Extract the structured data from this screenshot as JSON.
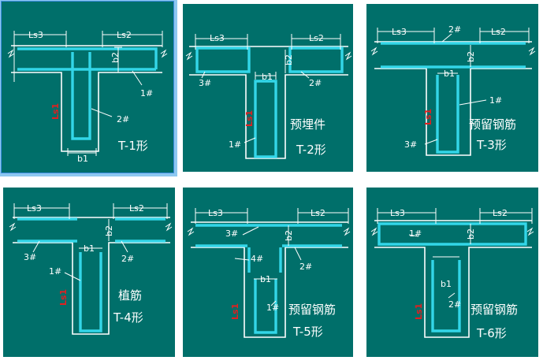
{
  "colors": {
    "tile_bg": "#006f6a",
    "rebar": "#33d6e8",
    "wall": "#ffffff",
    "anchor_label": "#e02020",
    "selection": "#8ec8f0"
  },
  "tiles": [
    {
      "title": "T-1形",
      "note": "",
      "selected": true,
      "dims": {
        "ls3": "Ls3",
        "ls2": "Ls2",
        "b2": "b2",
        "b1": "b1",
        "ls1": "Ls1"
      },
      "labels": [
        "1#",
        "2#"
      ]
    },
    {
      "title": "T-2形",
      "note": "预埋件",
      "selected": false,
      "dims": {
        "ls3": "Ls3",
        "ls2": "Ls2",
        "b2": "b2",
        "b1": "b1",
        "ls1": "Ls1"
      },
      "labels": [
        "3#",
        "2#",
        "1#"
      ]
    },
    {
      "title": "T-3形",
      "note": "预留钢筋",
      "selected": false,
      "dims": {
        "ls3": "Ls3",
        "ls2": "Ls2",
        "b2": "b2",
        "b1": "b1",
        "ls1": "Ls1"
      },
      "labels": [
        "2#",
        "1#",
        "3#"
      ]
    },
    {
      "title": "T-4形",
      "note": "植筋",
      "selected": false,
      "dims": {
        "ls3": "Ls3",
        "ls2": "Ls2",
        "b2": "b2",
        "b1": "b1",
        "ls1": "Ls1"
      },
      "labels": [
        "3#",
        "2#",
        "1#"
      ]
    },
    {
      "title": "T-5形",
      "note": "预留钢筋",
      "selected": false,
      "dims": {
        "ls3": "Ls3",
        "ls2": "Ls2",
        "b2": "b2",
        "b1": "b1",
        "ls1": "Ls1"
      },
      "labels": [
        "3#",
        "4#",
        "2#",
        "1#"
      ]
    },
    {
      "title": "T-6形",
      "note": "预留钢筋",
      "selected": false,
      "dims": {
        "ls3": "Ls3",
        "ls2": "Ls2",
        "b2": "b2",
        "b1": "b1",
        "ls1": "Ls1"
      },
      "labels": [
        "1#",
        "2#"
      ]
    }
  ]
}
